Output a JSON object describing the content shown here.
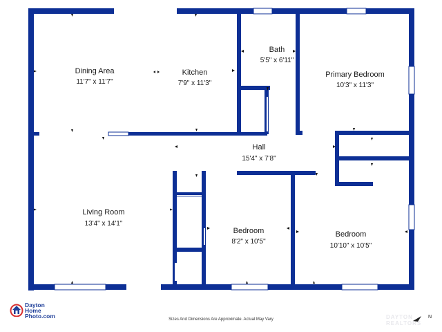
{
  "rooms": {
    "dining": {
      "name": "Dining Area",
      "dims": "11'7\" x 11'7\""
    },
    "kitchen": {
      "name": "Kitchen",
      "dims": "7'9\" x 11'3\""
    },
    "bath": {
      "name": "Bath",
      "dims": "5'5\" x 6'11\""
    },
    "primary": {
      "name": "Primary Bedroom",
      "dims": "10'3\" x 11'3\""
    },
    "hall": {
      "name": "Hall",
      "dims": "15'4\" x 7'8\""
    },
    "living": {
      "name": "Living Room",
      "dims": "13'4\" x 14'1\""
    },
    "bedroom2": {
      "name": "Bedroom",
      "dims": "8'2\" x 10'5\""
    },
    "bedroom3": {
      "name": "Bedroom",
      "dims": "10'10\" x 10'5\""
    }
  },
  "logo": {
    "line1": "Dayton",
    "line2": "Home",
    "line3": "Photo.com"
  },
  "footer": {
    "disclaimer": "Sizes And Dimensions Are Approximate. Actual May Vary"
  },
  "watermark": {
    "line1": "DAYTON",
    "line2": "REALTORS"
  },
  "compass": {
    "label": "N"
  },
  "colors": {
    "wall": "#0d2f95",
    "brand": "#1f3f99",
    "logo_red": "#d83030"
  }
}
